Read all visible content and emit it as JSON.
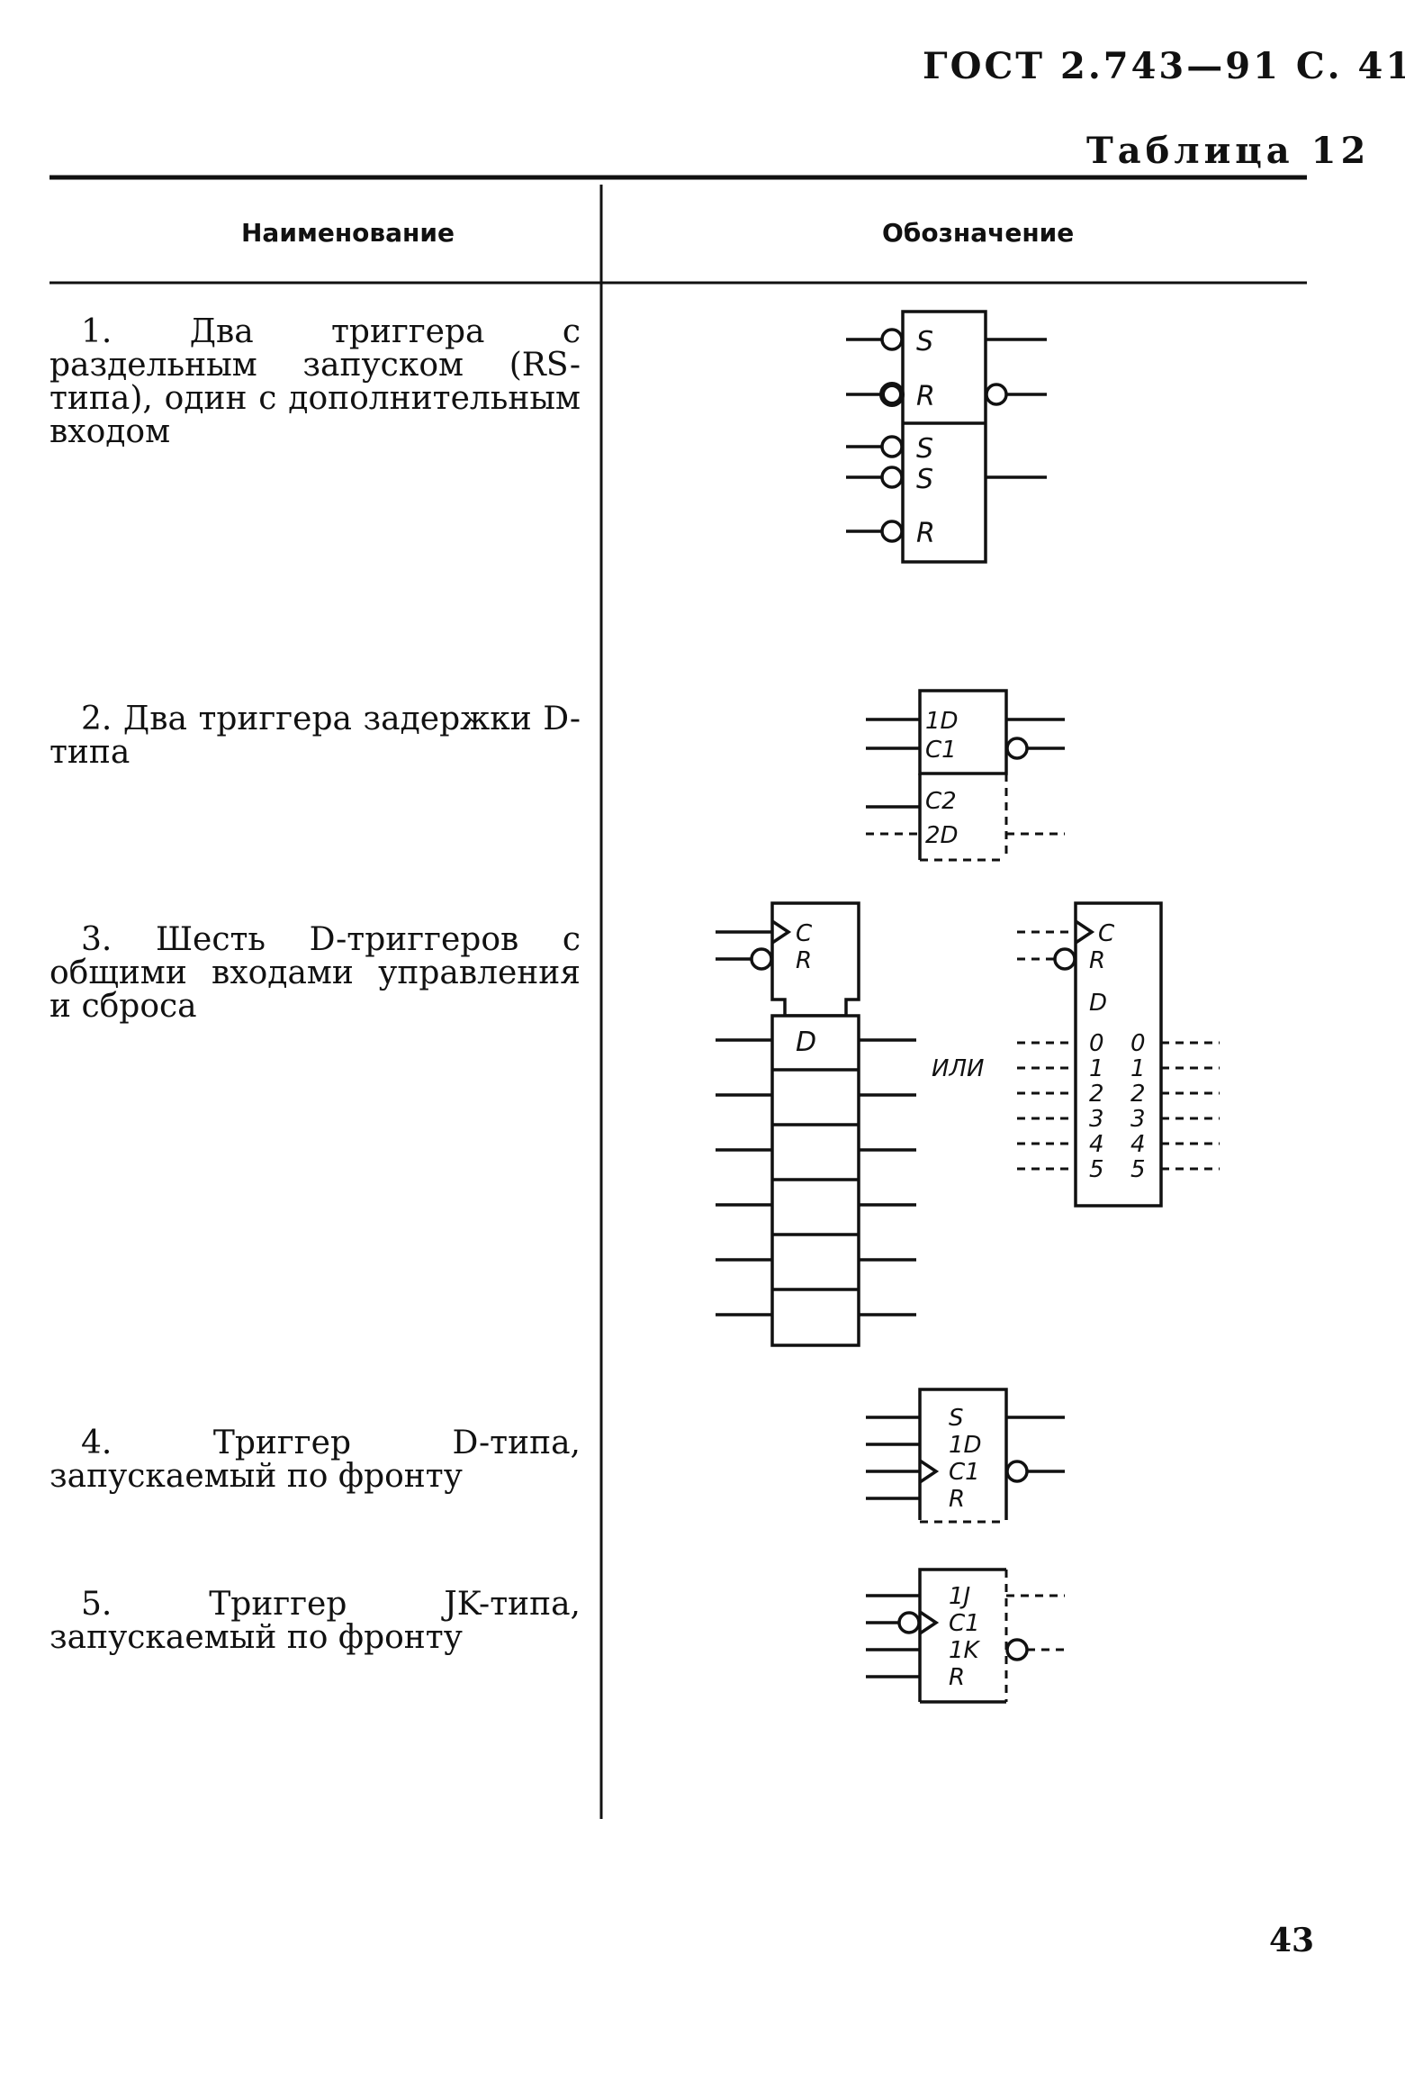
{
  "header": {
    "text": "ГОСТ 2.743—91 С. 41"
  },
  "table": {
    "title": "Таблица 12",
    "columns": [
      "Наименование",
      "Обозначение"
    ],
    "rows": [
      {
        "number": "1.",
        "name": "Два триггера с раздельным запуском (RS-типа), один с дополнительным входом"
      },
      {
        "number": "2.",
        "name": "Два триггера задержки D-типа"
      },
      {
        "number": "3.",
        "name": "Шесть D-триггеров с общими входами управления и сброса"
      },
      {
        "number": "4.",
        "name": "Триггер D-типа, запускаемый по фронту"
      },
      {
        "number": "5.",
        "name": "Триггер JK-типа, запускаемый по фронту"
      }
    ]
  },
  "symbols": {
    "s1": {
      "upper": [
        "S",
        "R"
      ],
      "lower": [
        "S",
        "S",
        "R"
      ]
    },
    "s2": {
      "upper": [
        "1D",
        "C1"
      ],
      "lower": [
        "C2",
        "2D"
      ]
    },
    "s3a": {
      "control": [
        "C",
        "R"
      ],
      "data": "D"
    },
    "s3_or": "ИЛИ",
    "s3b": {
      "control": [
        "C",
        "R"
      ],
      "data": "D",
      "left_nums": [
        "0",
        "1",
        "2",
        "3",
        "4",
        "5"
      ],
      "right_nums": [
        "0",
        "1",
        "2",
        "3",
        "4",
        "5"
      ]
    },
    "s4": {
      "labels": [
        "S",
        "1D",
        "C1",
        "R"
      ]
    },
    "s5": {
      "labels": [
        "1J",
        "C1",
        "1K",
        "R"
      ]
    }
  },
  "page_number": "43"
}
